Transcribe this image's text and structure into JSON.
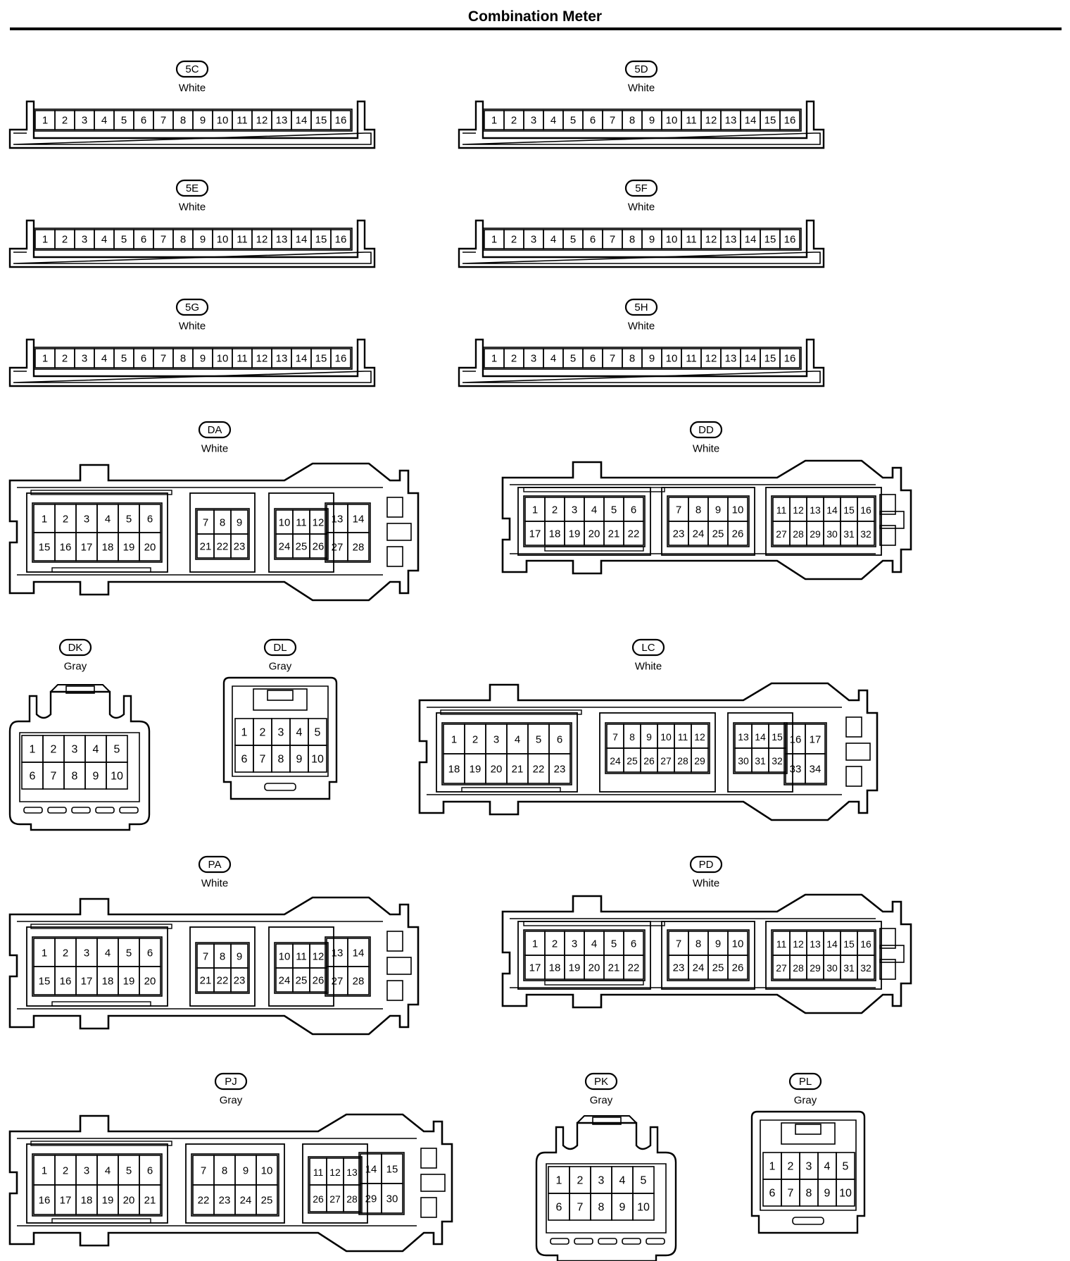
{
  "title": "Combination Meter",
  "colors": {
    "line": "#000000",
    "background": "#ffffff"
  },
  "connectors": [
    {
      "code": "5C",
      "color": "White",
      "kind": "strip16",
      "pins": [
        "1",
        "2",
        "3",
        "4",
        "5",
        "6",
        "7",
        "8",
        "9",
        "10",
        "11",
        "12",
        "13",
        "14",
        "15",
        "16"
      ]
    },
    {
      "code": "5D",
      "color": "White",
      "kind": "strip16",
      "pins": [
        "1",
        "2",
        "3",
        "4",
        "5",
        "6",
        "7",
        "8",
        "9",
        "10",
        "11",
        "12",
        "13",
        "14",
        "15",
        "16"
      ]
    },
    {
      "code": "5E",
      "color": "White",
      "kind": "strip16",
      "pins": [
        "1",
        "2",
        "3",
        "4",
        "5",
        "6",
        "7",
        "8",
        "9",
        "10",
        "11",
        "12",
        "13",
        "14",
        "15",
        "16"
      ]
    },
    {
      "code": "5F",
      "color": "White",
      "kind": "strip16",
      "pins": [
        "1",
        "2",
        "3",
        "4",
        "5",
        "6",
        "7",
        "8",
        "9",
        "10",
        "11",
        "12",
        "13",
        "14",
        "15",
        "16"
      ]
    },
    {
      "code": "5G",
      "color": "White",
      "kind": "strip16",
      "pins": [
        "1",
        "2",
        "3",
        "4",
        "5",
        "6",
        "7",
        "8",
        "9",
        "10",
        "11",
        "12",
        "13",
        "14",
        "15",
        "16"
      ]
    },
    {
      "code": "5H",
      "color": "White",
      "kind": "strip16",
      "pins": [
        "1",
        "2",
        "3",
        "4",
        "5",
        "6",
        "7",
        "8",
        "9",
        "10",
        "11",
        "12",
        "13",
        "14",
        "15",
        "16"
      ]
    },
    {
      "code": "DA",
      "color": "White",
      "kind": "multi",
      "blocks": [
        {
          "rows": [
            [
              "1",
              "2",
              "3",
              "4",
              "5",
              "6"
            ],
            [
              "15",
              "16",
              "17",
              "18",
              "19",
              "20"
            ]
          ]
        },
        {
          "rows": [
            [
              "7",
              "8",
              "9"
            ],
            [
              "21",
              "22",
              "23"
            ]
          ]
        },
        {
          "rows": [
            [
              "10",
              "11",
              "12"
            ],
            [
              "24",
              "25",
              "26"
            ]
          ]
        },
        {
          "rows": [
            [
              "13",
              "14"
            ],
            [
              "27",
              "28"
            ]
          ]
        }
      ]
    },
    {
      "code": "DD",
      "color": "White",
      "kind": "multi",
      "blocks": [
        {
          "rows": [
            [
              "1",
              "2",
              "3",
              "4",
              "5",
              "6"
            ],
            [
              "17",
              "18",
              "19",
              "20",
              "21",
              "22"
            ]
          ]
        },
        {
          "rows": [
            [
              "7",
              "8",
              "9",
              "10"
            ],
            [
              "23",
              "24",
              "25",
              "26"
            ]
          ]
        },
        {
          "rows": [
            [
              "11",
              "12",
              "13",
              "14",
              "15",
              "16"
            ],
            [
              "27",
              "28",
              "29",
              "30",
              "31",
              "32"
            ]
          ]
        }
      ]
    },
    {
      "code": "DK",
      "color": "Gray",
      "kind": "small10",
      "rows": [
        [
          "1",
          "2",
          "3",
          "4",
          "5"
        ],
        [
          "6",
          "7",
          "8",
          "9",
          "10"
        ]
      ]
    },
    {
      "code": "DL",
      "color": "Gray",
      "kind": "small10",
      "rows": [
        [
          "1",
          "2",
          "3",
          "4",
          "5"
        ],
        [
          "6",
          "7",
          "8",
          "9",
          "10"
        ]
      ]
    },
    {
      "code": "LC",
      "color": "White",
      "kind": "multi",
      "blocks": [
        {
          "rows": [
            [
              "1",
              "2",
              "3",
              "4",
              "5",
              "6"
            ],
            [
              "18",
              "19",
              "20",
              "21",
              "22",
              "23"
            ]
          ]
        },
        {
          "rows": [
            [
              "7",
              "8",
              "9",
              "10",
              "11",
              "12"
            ],
            [
              "24",
              "25",
              "26",
              "27",
              "28",
              "29"
            ]
          ]
        },
        {
          "rows": [
            [
              "13",
              "14",
              "15"
            ],
            [
              "30",
              "31",
              "32"
            ]
          ]
        },
        {
          "rows": [
            [
              "16",
              "17"
            ],
            [
              "33",
              "34"
            ]
          ]
        }
      ]
    },
    {
      "code": "PA",
      "color": "White",
      "kind": "multi",
      "blocks": [
        {
          "rows": [
            [
              "1",
              "2",
              "3",
              "4",
              "5",
              "6"
            ],
            [
              "15",
              "16",
              "17",
              "18",
              "19",
              "20"
            ]
          ]
        },
        {
          "rows": [
            [
              "7",
              "8",
              "9"
            ],
            [
              "21",
              "22",
              "23"
            ]
          ]
        },
        {
          "rows": [
            [
              "10",
              "11",
              "12"
            ],
            [
              "24",
              "25",
              "26"
            ]
          ]
        },
        {
          "rows": [
            [
              "13",
              "14"
            ],
            [
              "27",
              "28"
            ]
          ]
        }
      ]
    },
    {
      "code": "PD",
      "color": "White",
      "kind": "multi",
      "blocks": [
        {
          "rows": [
            [
              "1",
              "2",
              "3",
              "4",
              "5",
              "6"
            ],
            [
              "17",
              "18",
              "19",
              "20",
              "21",
              "22"
            ]
          ]
        },
        {
          "rows": [
            [
              "7",
              "8",
              "9",
              "10"
            ],
            [
              "23",
              "24",
              "25",
              "26"
            ]
          ]
        },
        {
          "rows": [
            [
              "11",
              "12",
              "13",
              "14",
              "15",
              "16"
            ],
            [
              "27",
              "28",
              "29",
              "30",
              "31",
              "32"
            ]
          ]
        }
      ]
    },
    {
      "code": "PJ",
      "color": "Gray",
      "kind": "multi",
      "blocks": [
        {
          "rows": [
            [
              "1",
              "2",
              "3",
              "4",
              "5",
              "6"
            ],
            [
              "16",
              "17",
              "18",
              "19",
              "20",
              "21"
            ]
          ]
        },
        {
          "rows": [
            [
              "7",
              "8",
              "9",
              "10"
            ],
            [
              "22",
              "23",
              "24",
              "25"
            ]
          ]
        },
        {
          "rows": [
            [
              "11",
              "12",
              "13"
            ],
            [
              "26",
              "27",
              "28"
            ]
          ]
        },
        {
          "rows": [
            [
              "14",
              "15"
            ],
            [
              "29",
              "30"
            ]
          ]
        }
      ]
    },
    {
      "code": "PK",
      "color": "Gray",
      "kind": "small10",
      "rows": [
        [
          "1",
          "2",
          "3",
          "4",
          "5"
        ],
        [
          "6",
          "7",
          "8",
          "9",
          "10"
        ]
      ]
    },
    {
      "code": "PL",
      "color": "Gray",
      "kind": "small10",
      "rows": [
        [
          "1",
          "2",
          "3",
          "4",
          "5"
        ],
        [
          "6",
          "7",
          "8",
          "9",
          "10"
        ]
      ]
    }
  ]
}
